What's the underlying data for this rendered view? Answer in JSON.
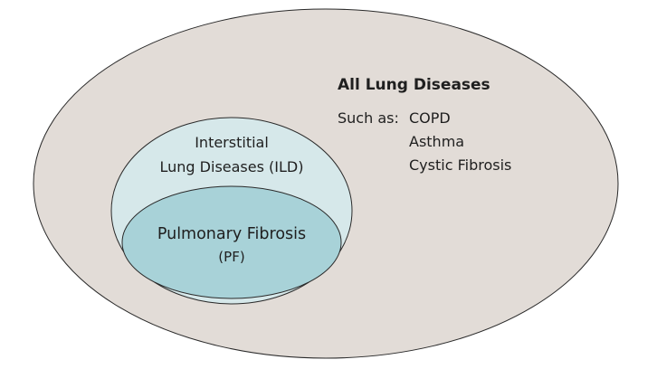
{
  "all_lung_diseases": {
    "title": "All Lung Diseases",
    "such_as_label": "Such as:",
    "examples": [
      "COPD",
      "Asthma",
      "Cystic Fibrosis"
    ]
  },
  "ild": {
    "line1": "Interstitial",
    "line2": "Lung Diseases (ILD)"
  },
  "pf": {
    "line1": "Pulmonary Fibrosis",
    "line2": "(PF)"
  },
  "colors": {
    "outer_fill": "#e2dcd7",
    "ild_fill": "#d6e8ea",
    "pf_fill": "#a8d2d8",
    "stroke": "#2a2a2a"
  }
}
